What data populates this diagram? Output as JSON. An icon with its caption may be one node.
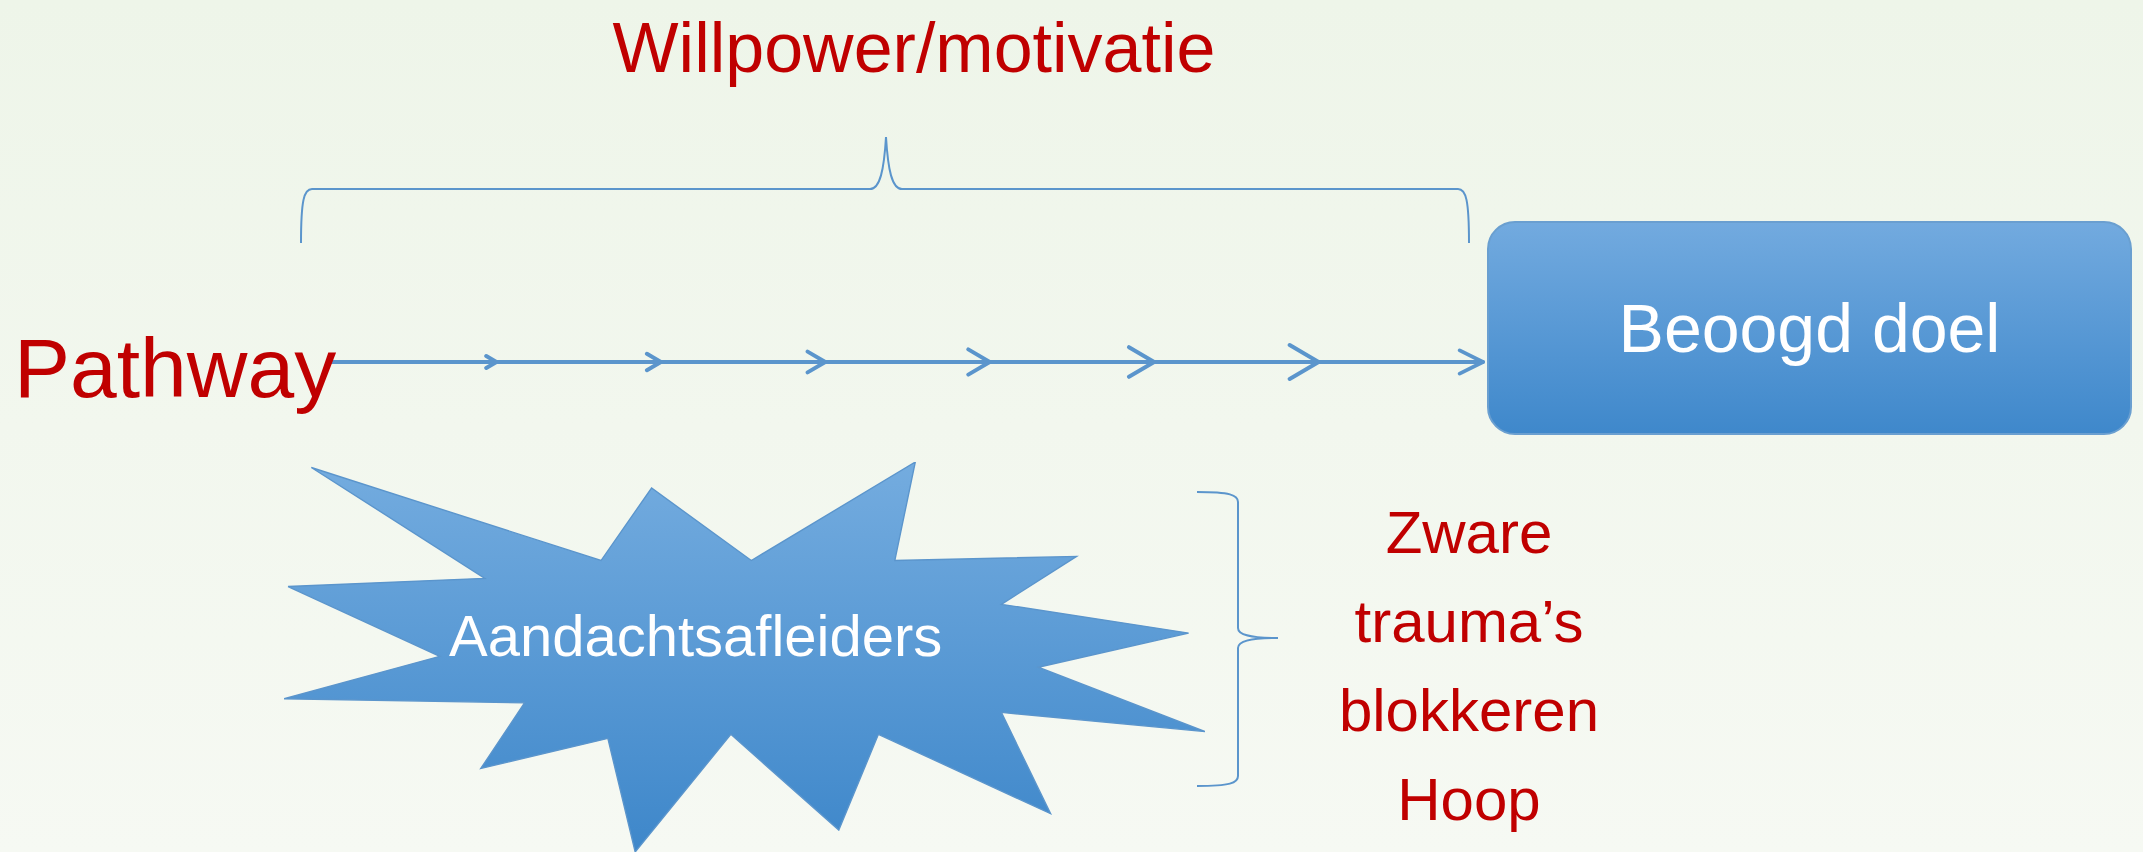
{
  "diagram": {
    "nodes": [
      {
        "text": [
          "Pathway"
        ]
      },
      {
        "text": [
          "Beoogd doel"
        ]
      },
      {
        "text": [
          "Aandachtsafleiders"
        ]
      }
    ],
    "edges": [
      {
        "from": 0,
        "to": 1,
        "arrow": "to"
      }
    ],
    "labels": [
      "Willpower/motivatie",
      "Zware trauma’s blokkeren Hoop"
    ]
  }
}
